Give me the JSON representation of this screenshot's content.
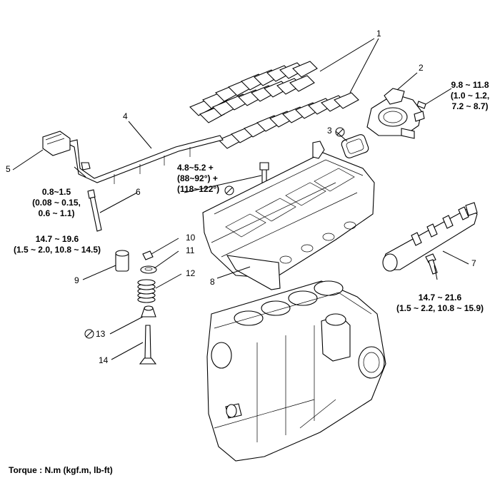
{
  "callouts": {
    "c1": "1",
    "c2": "2",
    "c3": "3",
    "c4": "4",
    "c5": "5",
    "c6": "6",
    "c7": "7",
    "c8": "8",
    "c9": "9",
    "c10": "10",
    "c11": "11",
    "c12": "12",
    "c13": "13",
    "c14": "14"
  },
  "torques": {
    "thermostat": [
      "9.8 ~ 11.8",
      "(1.0 ~ 1.2,",
      "7.2 ~ 8.7)"
    ],
    "head_bolt": [
      "4.8~5.2 +",
      "(88~92°) +",
      "(118~122°)"
    ],
    "harness": [
      "0.8~1.5",
      "(0.08 ~ 0.15,",
      "0.6 ~ 1.1)"
    ],
    "glow_plug": [
      "14.7 ~ 19.6",
      "(1.5 ~ 2.0, 10.8 ~ 14.5)"
    ],
    "rail": [
      "14.7 ~ 21.6",
      "(1.5 ~ 2.2, 10.8 ~ 15.9)"
    ]
  },
  "footer": "Torque : N.m (kgf.m, lb-ft)",
  "icons": {
    "non_reusable": "non-reusable-part-icon"
  }
}
